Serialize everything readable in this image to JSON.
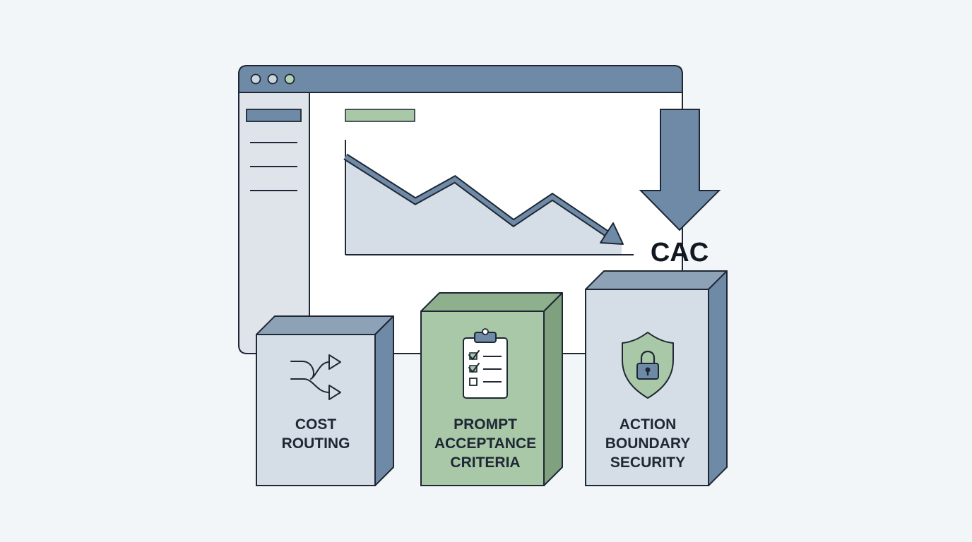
{
  "metric": {
    "label": "CAC",
    "trend": "down"
  },
  "pillars": [
    {
      "icon": "routing-arrows-icon",
      "lines": [
        "COST",
        "ROUTING"
      ]
    },
    {
      "icon": "checklist-clipboard-icon",
      "lines": [
        "PROMPT",
        "ACCEPTANCE",
        "CRITERIA"
      ]
    },
    {
      "icon": "shield-lock-icon",
      "lines": [
        "ACTION",
        "BOUNDARY",
        "SECURITY"
      ]
    }
  ],
  "colors": {
    "background": "#f2f6f9",
    "slate": "#6e8aa6",
    "slate_light": "#d5dde6",
    "green": "#a9c8a8",
    "green_dark": "#7fa17f",
    "outline": "#1e2733"
  }
}
